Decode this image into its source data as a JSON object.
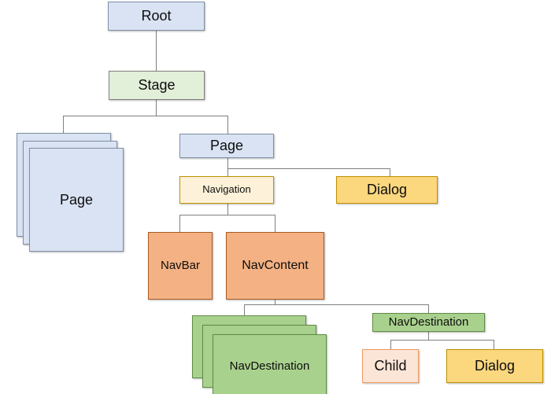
{
  "diagram": {
    "title": "Root / Stage / Page component hierarchy",
    "background": "#ffffff",
    "line_color": "#7f7f7f",
    "palette": {
      "blue_fill": "#dae3f3",
      "blue_stroke": "#7f8fa6",
      "light_green_fill": "#e2efd9",
      "light_green_stroke": "#808080",
      "cream_fill": "#fdf2d9",
      "yellow_fill": "#fbd77e",
      "gold_stroke": "#bf9000",
      "orange_fill": "#f4b183",
      "orange_stroke": "#a85b22",
      "peach_fill": "#fbe5d6",
      "peach_stroke": "#ed9b5f",
      "mid_green_fill": "#a9d18e",
      "mid_green_stroke": "#5e8c43"
    },
    "nodes": {
      "root": {
        "label": "Root",
        "shape": "rect",
        "fill": "#dae3f3"
      },
      "stage": {
        "label": "Stage",
        "shape": "rect",
        "fill": "#e2efd9"
      },
      "page_stack": {
        "label": "Page",
        "shape": "stacked-rect",
        "layers": 3,
        "fill": "#dae3f3"
      },
      "page": {
        "label": "Page",
        "shape": "rect",
        "fill": "#dae3f3"
      },
      "navigation": {
        "label": "Navigation",
        "shape": "rect",
        "fill": "#fdf2d9"
      },
      "dialog_top": {
        "label": "Dialog",
        "shape": "rect",
        "fill": "#fbd77e"
      },
      "navbar": {
        "label": "NavBar",
        "shape": "rect",
        "fill": "#f4b183"
      },
      "navcontent": {
        "label": "NavContent",
        "shape": "rect",
        "fill": "#f4b183"
      },
      "navdestination_stack": {
        "label": "NavDestination",
        "shape": "stacked-rect",
        "layers": 3,
        "fill": "#a9d18e"
      },
      "navdestination": {
        "label": "NavDestination",
        "shape": "rect",
        "fill": "#a9d18e"
      },
      "child": {
        "label": "Child",
        "shape": "rect",
        "fill": "#fbe5d6"
      },
      "dialog_bottom": {
        "label": "Dialog",
        "shape": "rect",
        "fill": "#fbd77e"
      }
    },
    "edges": [
      {
        "from": "root",
        "to": "stage"
      },
      {
        "from": "stage",
        "to": "page_stack"
      },
      {
        "from": "stage",
        "to": "page"
      },
      {
        "from": "page",
        "to": "navigation"
      },
      {
        "from": "page",
        "to": "dialog_top"
      },
      {
        "from": "navigation",
        "to": "navbar"
      },
      {
        "from": "navigation",
        "to": "navcontent"
      },
      {
        "from": "navcontent",
        "to": "navdestination_stack"
      },
      {
        "from": "navcontent",
        "to": "navdestination"
      },
      {
        "from": "navdestination",
        "to": "child"
      },
      {
        "from": "navdestination",
        "to": "dialog_bottom"
      }
    ]
  }
}
